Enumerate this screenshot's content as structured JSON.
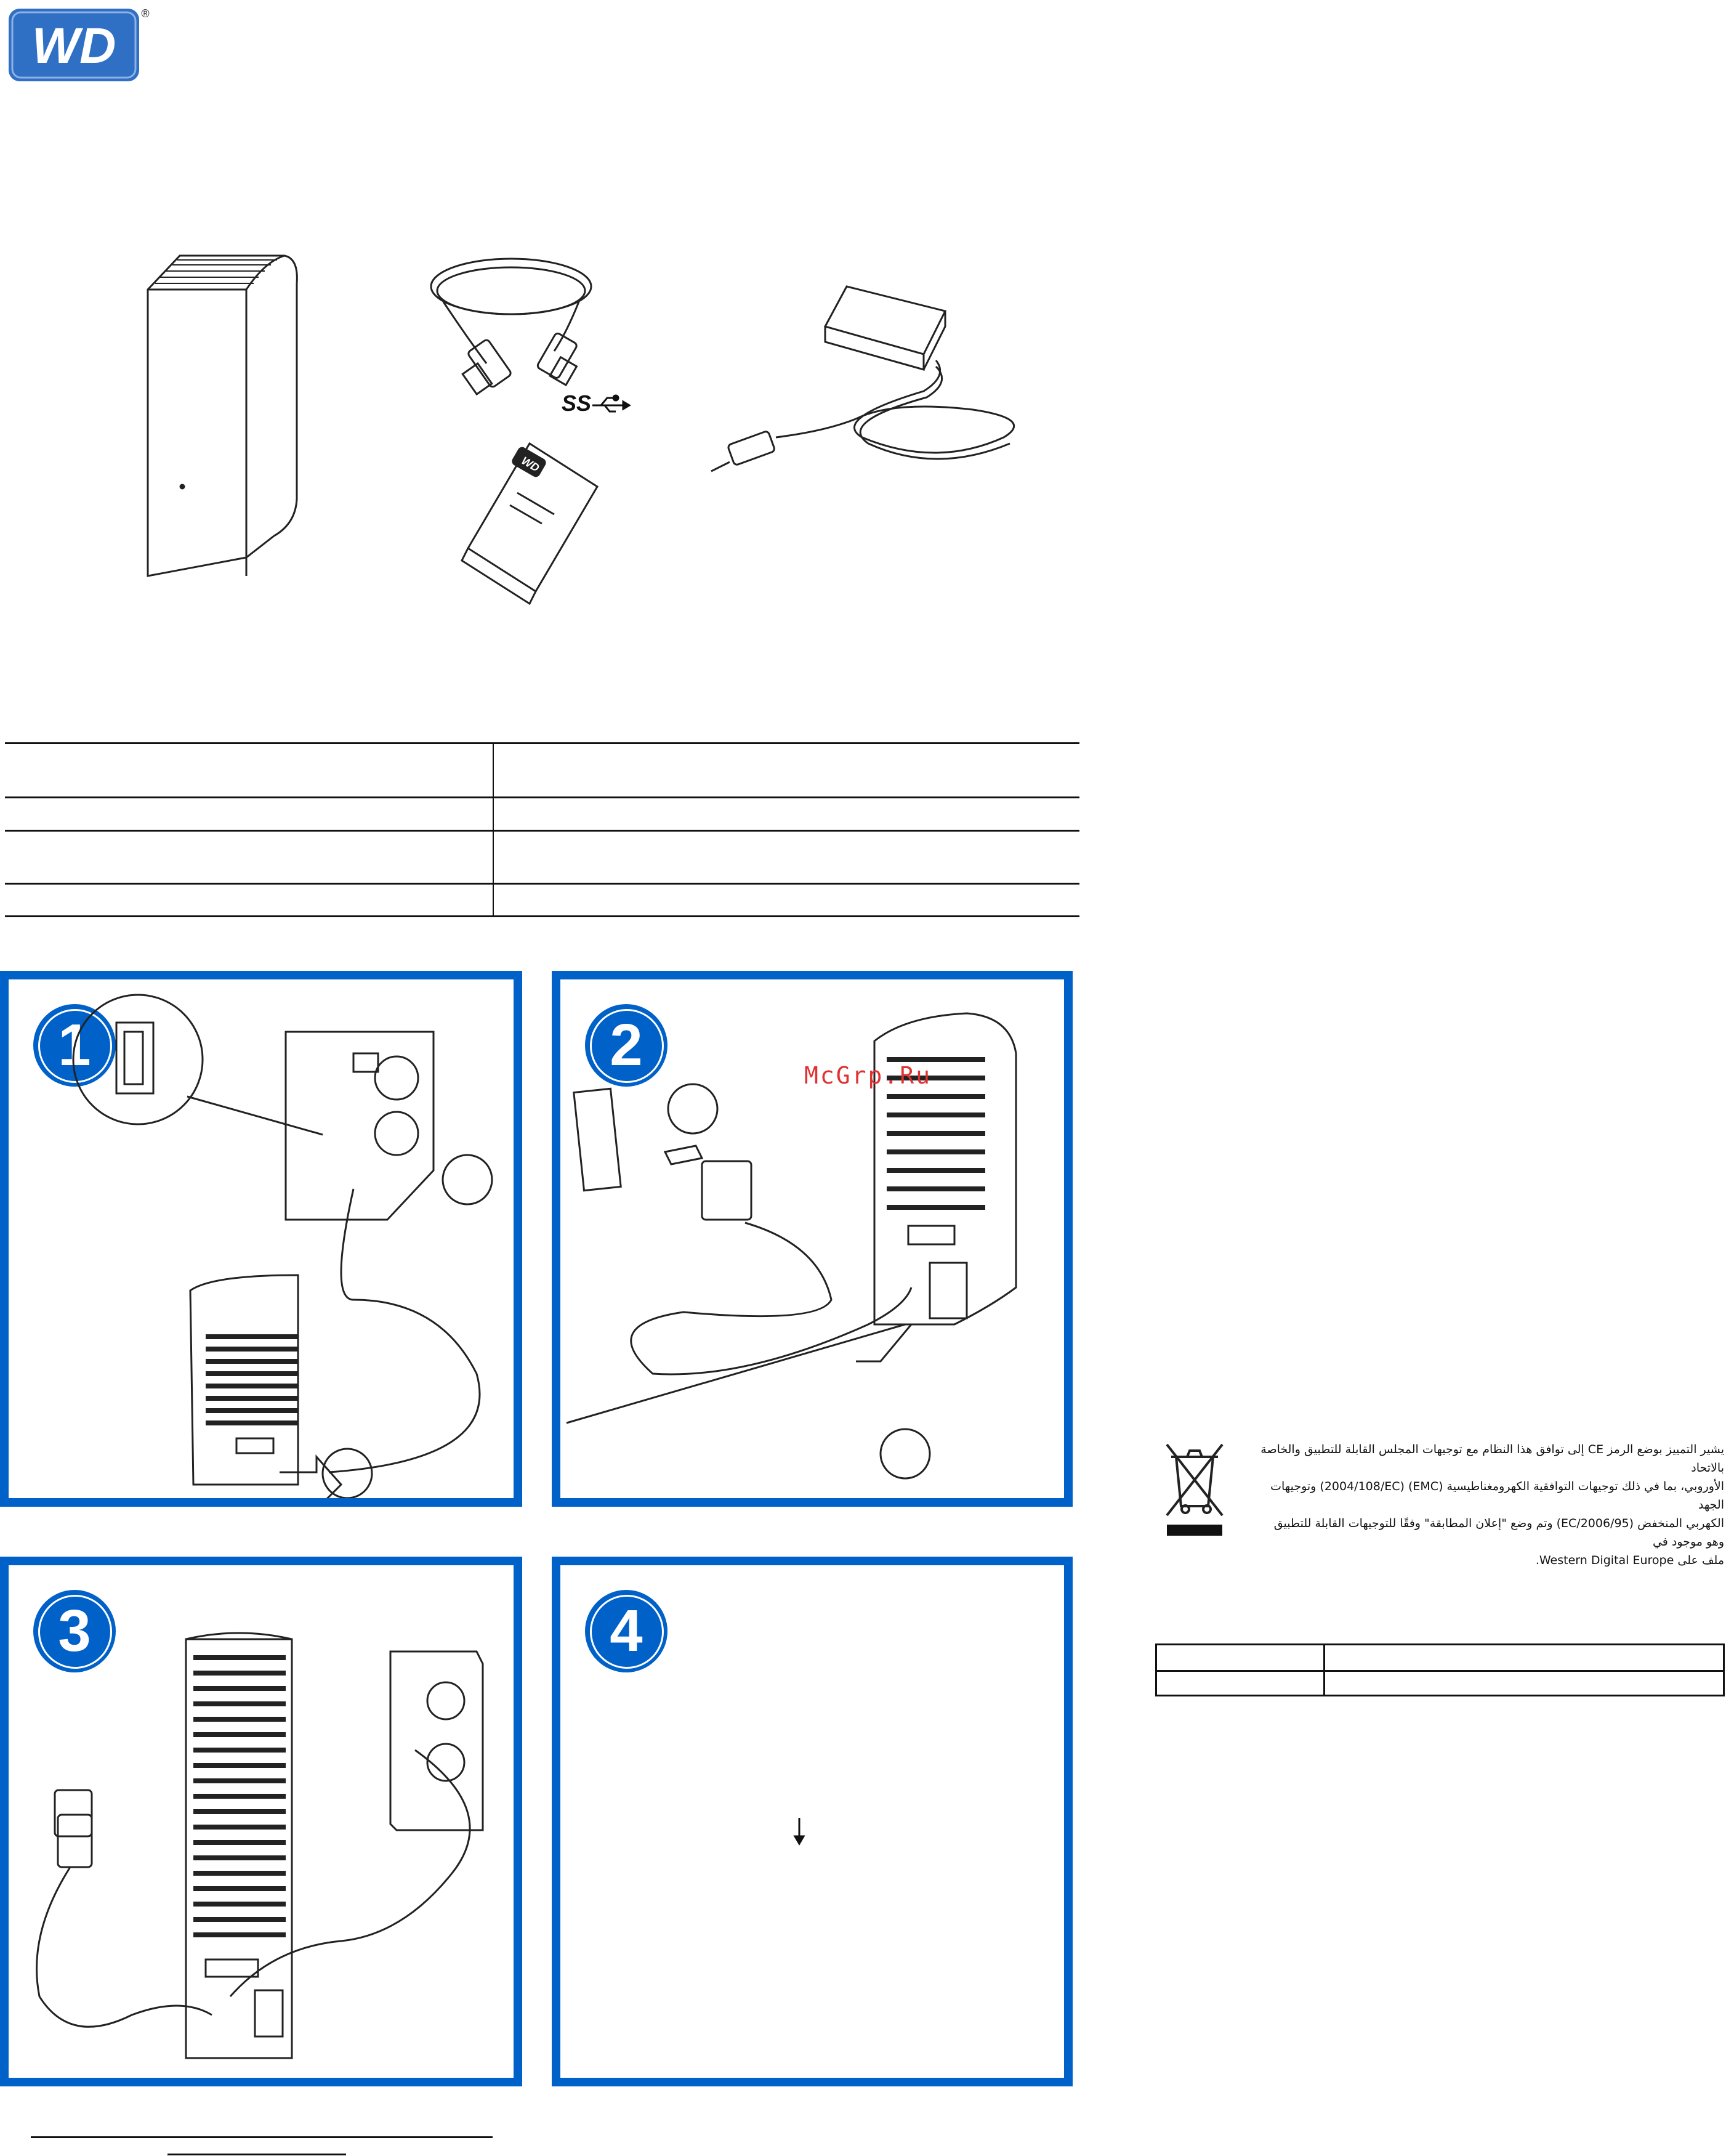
{
  "brand": {
    "logo_text": "WD",
    "registered": "®",
    "color": "#2f6fc4"
  },
  "items": {
    "usb_logo_text": "SS",
    "guide_logo_text": "WD"
  },
  "steps": [
    {
      "number": "1"
    },
    {
      "number": "2"
    },
    {
      "number": "3"
    },
    {
      "number": "4"
    }
  ],
  "watermark": "McGrp.Ru",
  "regulatory": {
    "arabic_lines": [
      "يشير التمييز بوضع الرمز CE إلى توافق هذا النظام مع توجيهات المجلس القابلة للتطبيق والخاصة بالاتحاد",
      "الأوروبي، بما في ذلك توجيهات التوافقية الكهرومغناطيسية (EMC) (2004/108/EC) وتوجيهات الجهد",
      "الكهربي المنخفض (2006/95/EC) وتم وضع \"إعلان المطابقة\" وفقًا للتوجيهات القابلة للتطبيق وهو موجود في",
      "ملف على Western Digital Europe."
    ]
  },
  "colors": {
    "accent": "#0061c9",
    "watermark": "#e03030"
  }
}
